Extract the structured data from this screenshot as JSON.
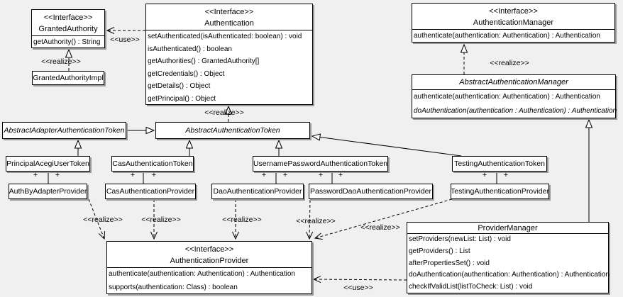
{
  "labels": {
    "interface": "<<Interface>>",
    "use": "<<use>>",
    "realize": "<<realize>>",
    "plus": "+"
  },
  "classes": {
    "granted_authority": {
      "name": "GrantedAuthority",
      "methods": [
        "getAuthority() : String"
      ]
    },
    "granted_authority_impl": {
      "name": "GrantedAuthorityImpl"
    },
    "authentication": {
      "name": "Authentication",
      "methods": [
        "setAuthenticated(isAuthenticated: boolean) : void",
        "isAuthenticated() : boolean",
        "getAuthorities() : GrantedAuthority[]",
        "getCredentials() : Object",
        "getDetails() : Object",
        "getPrincipal() : Object"
      ]
    },
    "authentication_manager": {
      "name": "AuthenticationManager",
      "methods": [
        "authenticate(authentication: Authentication) : Authentication"
      ]
    },
    "abstract_authentication_manager": {
      "name": "AbstractAuthenticationManager",
      "methods": [
        "authenticate(authentication: Authentication) : Authentication",
        "doAuthentication(authentication : Authentication) : Authentication"
      ]
    },
    "abstract_adapter_authentication_token": {
      "name": "AbstractAdapterAuthenticationToken"
    },
    "abstract_authentication_token": {
      "name": "AbstractAuthenticationToken"
    },
    "principal_acegi_user_token": {
      "name": "PrincipalAcegiUserToken"
    },
    "cas_authentication_token": {
      "name": "CasAuthenticationToken"
    },
    "username_password_authentication_token": {
      "name": "UsernamePasswordAuthenticationToken"
    },
    "testing_authentication_token": {
      "name": "TestingAuthenticationToken"
    },
    "auth_by_adapter_provider": {
      "name": "AuthByAdapterProvider"
    },
    "cas_authentication_provider": {
      "name": "CasAuthenticationProvider"
    },
    "dao_authentication_provider": {
      "name": "DaoAuthenticationProvider"
    },
    "password_dao_authentication_provider": {
      "name": "PasswordDaoAuthenticationProvider"
    },
    "testing_authentication_provider": {
      "name": "TestingAuthenticationProvider"
    },
    "authentication_provider": {
      "name": "AuthenticationProvider",
      "methods": [
        "authenticate(authentication: Authentication) : Authentication",
        "supports(authentication: Class) : boolean"
      ]
    },
    "provider_manager": {
      "name": "ProviderManager",
      "methods": [
        "setProviders(newList: List) : void",
        "getProviders() : List",
        "afterPropertiesSet() : void",
        "doAuthentication(authentication: Authentication) : Authentication",
        "checkIfValidList(listToCheck: List) : void"
      ]
    }
  }
}
